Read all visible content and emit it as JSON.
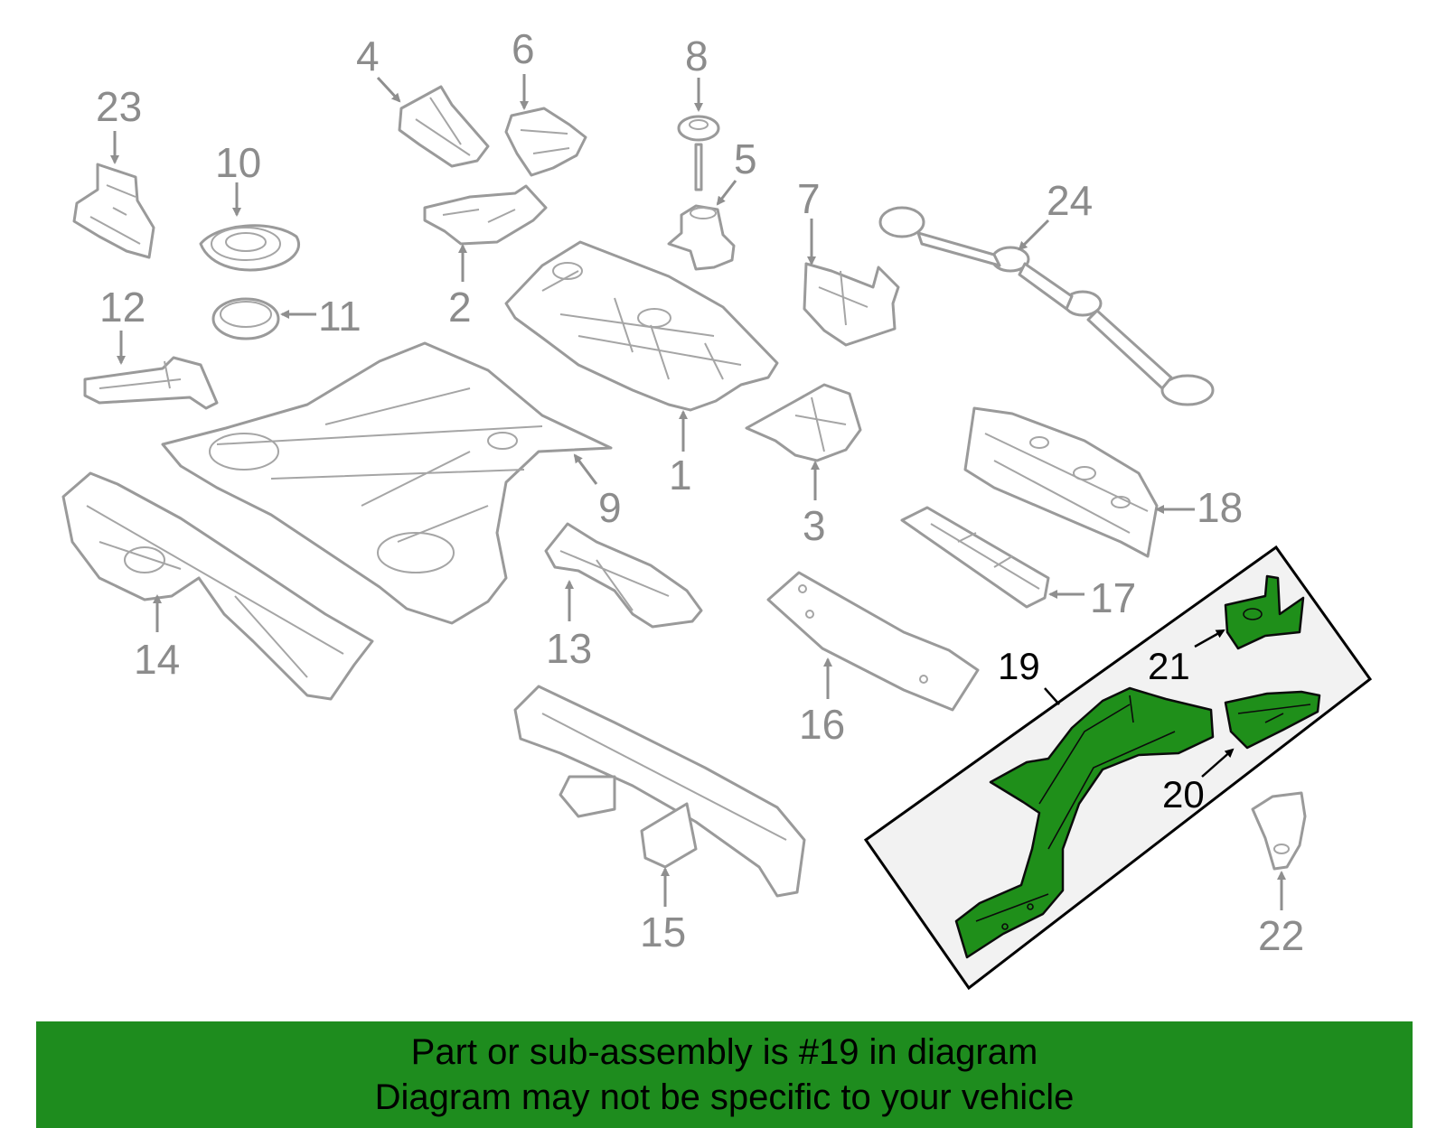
{
  "diagram": {
    "highlight_color": "#1f8f1a",
    "callouts": [
      "1",
      "2",
      "3",
      "4",
      "5",
      "6",
      "7",
      "8",
      "9",
      "10",
      "11",
      "12",
      "13",
      "14",
      "15",
      "16",
      "17",
      "18",
      "19",
      "20",
      "21",
      "22",
      "23",
      "24"
    ]
  },
  "banner": {
    "line1": "Part or sub-assembly is #19 in diagram",
    "line2": "Diagram may not be specific to your vehicle",
    "color": "#1e8c1e"
  }
}
